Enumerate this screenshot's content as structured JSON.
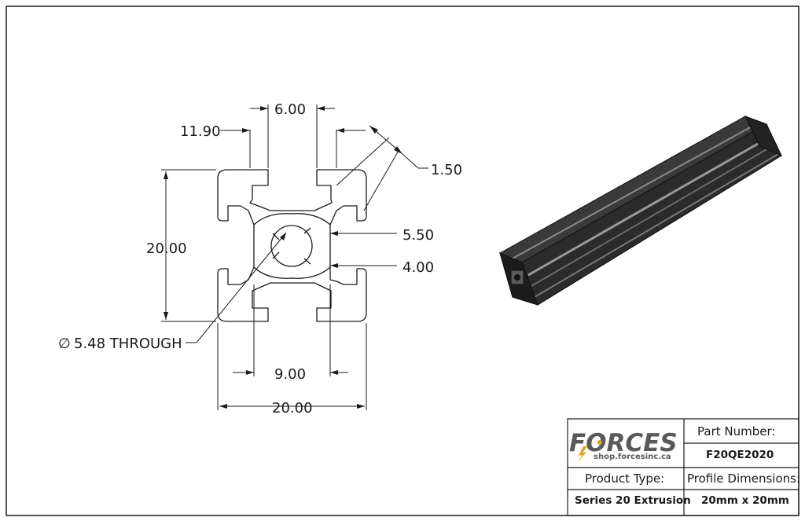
{
  "drawing": {
    "dimensions": {
      "top_slot": "6.00",
      "slot_offset": "11.90",
      "lip": "1.50",
      "height": "20.00",
      "inner_5": "5.50",
      "inner_4": "4.00",
      "bore": "5.48 THROUGH",
      "bore_symbol": "∅",
      "bottom_core": "9.00",
      "width": "20.00"
    }
  },
  "title_block": {
    "logo_text": "FORCES",
    "logo_url": "shop.forcesinc.ca",
    "part_number_label": "Part Number:",
    "part_number": "F20QE2020",
    "product_type_label": "Product Type:",
    "product_type": "Series 20 Extrusion",
    "profile_dimensions_label": "Profile Dimensions:",
    "profile_dimensions": "20mm x 20mm"
  },
  "colors": {
    "line": "#1a1a1a",
    "logo_gray": "#5a5a5a",
    "logo_gold": "#d8a51c",
    "extrusion_dark": "#2a2a2a"
  }
}
